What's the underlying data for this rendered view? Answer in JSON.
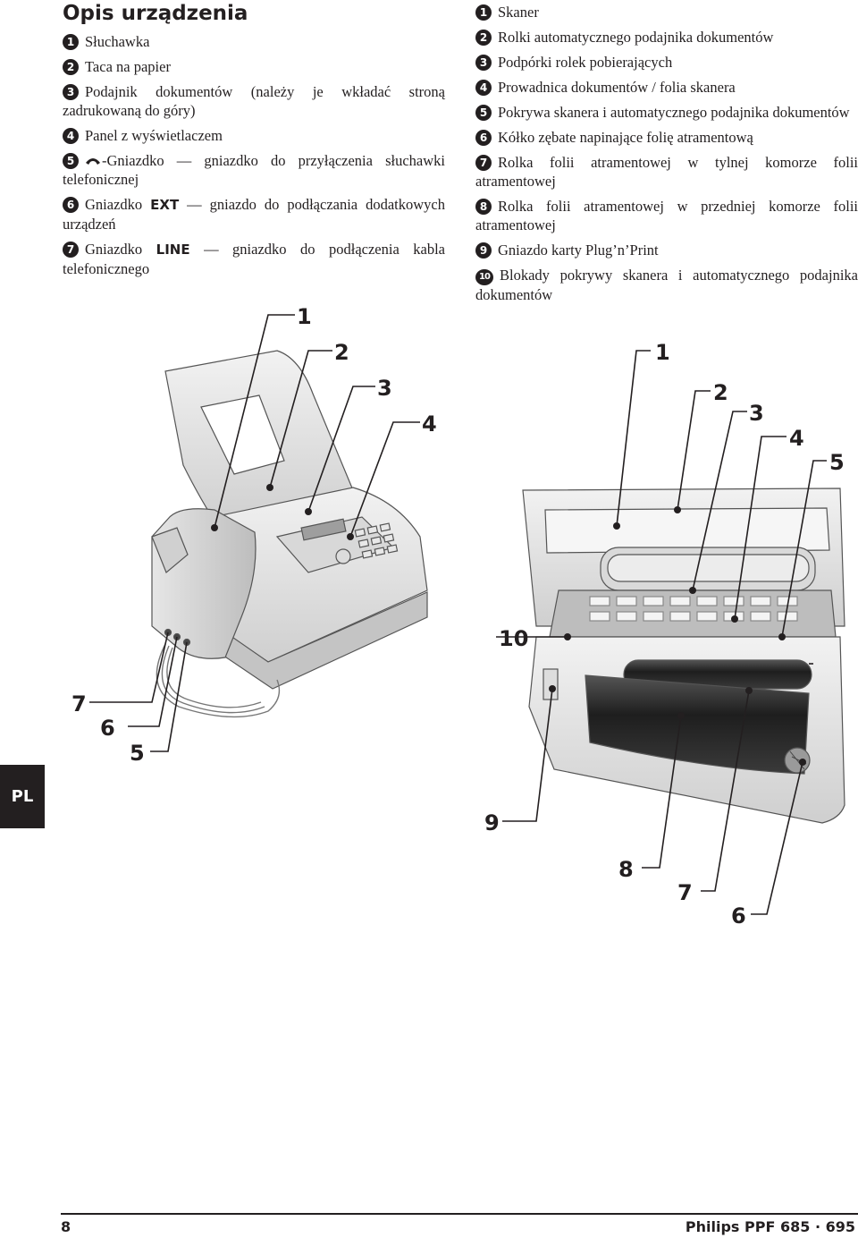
{
  "heading": "Opis urządzenia",
  "left_items": [
    {
      "n": "1",
      "text": "Słuchawka"
    },
    {
      "n": "2",
      "text": "Taca na papier"
    },
    {
      "n": "3",
      "text": "Podajnik dokumentów (należy je wkładać stroną zadrukowaną do góry)"
    },
    {
      "n": "4",
      "text": "Panel z wyświetlaczem"
    },
    {
      "n": "5",
      "text": "-Gniazdko — gniazdko do przyłączenia słuchawki telefonicznej"
    },
    {
      "n": "6",
      "pre": "Gniazdko",
      "kw": "EXT",
      "text": "— gniazdo do podłączania dodatkowych urządzeń"
    },
    {
      "n": "7",
      "pre": "Gniazdko",
      "kw": "LINE",
      "text": "— gniazdko do podłączenia kabla telefonicznego"
    }
  ],
  "right_items": [
    {
      "n": "1",
      "text": "Skaner"
    },
    {
      "n": "2",
      "text": "Rolki automatycznego podajnika dokumentów"
    },
    {
      "n": "3",
      "text": "Podpórki rolek pobierających"
    },
    {
      "n": "4",
      "text": "Prowadnica dokumentów / folia skanera"
    },
    {
      "n": "5",
      "text": "Pokrywa skanera i automatycznego podajnika dokumentów"
    },
    {
      "n": "6",
      "text": "Kółko zębate napinające folię atramentową"
    },
    {
      "n": "7",
      "text": "Rolka folii atramentowej w tylnej komorze folii atramentowej"
    },
    {
      "n": "8",
      "text": "Rolka folii atramentowej w przedniej komorze folii atramentowej"
    },
    {
      "n": "9",
      "text": "Gniazdo karty Plug’n’Print"
    },
    {
      "n": "10",
      "text": "Blokady pokrywy skanera i automatycznego podajnika dokumentów"
    }
  ],
  "callouts_left": [
    "1",
    "2",
    "3",
    "4",
    "7",
    "6",
    "5"
  ],
  "callouts_right": [
    "1",
    "2",
    "3",
    "4",
    "5",
    "10",
    "9",
    "8",
    "7",
    "6"
  ],
  "lang_tab": "PL",
  "footer": {
    "page": "8",
    "model": "Philips PPF 685 · 695"
  }
}
